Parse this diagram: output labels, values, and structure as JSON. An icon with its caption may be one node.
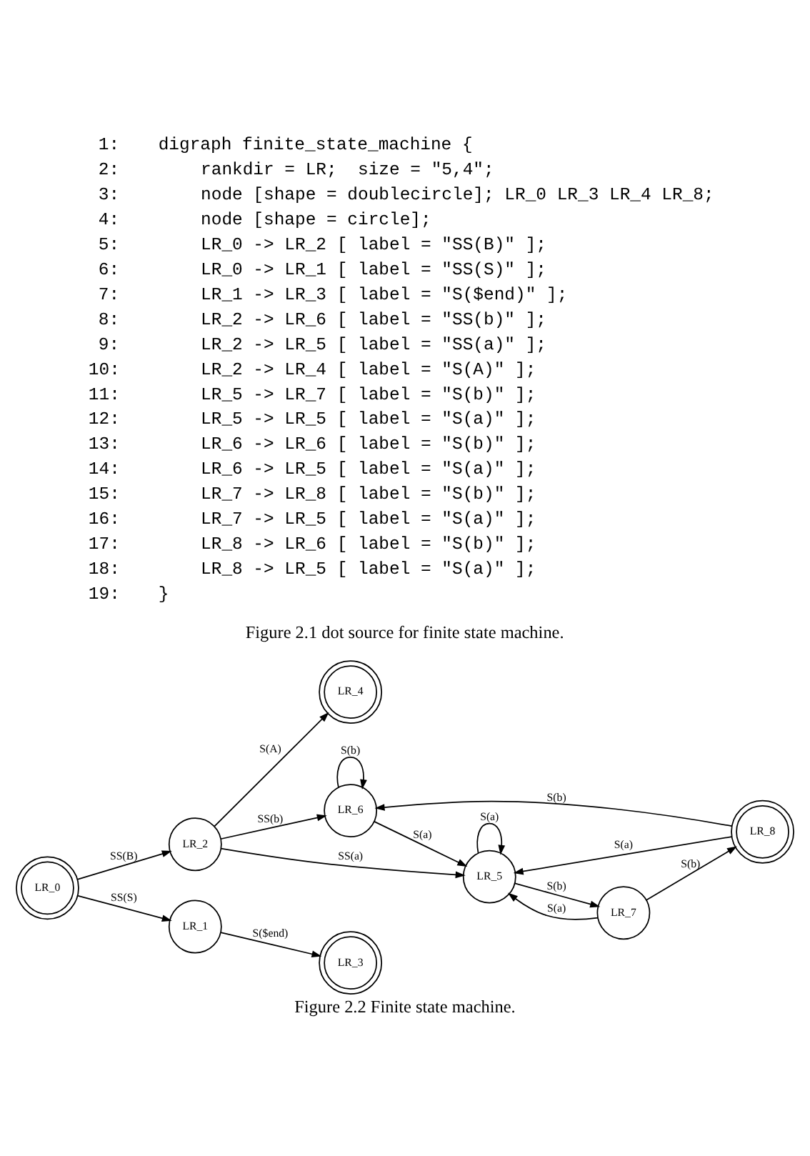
{
  "diagram": {
    "caption": "Figure 2.2 Finite state machine.",
    "nodes": [
      {
        "text": [
          "LR_0"
        ]
      },
      {
        "text": [
          "LR_2"
        ]
      },
      {
        "text": [
          "LR_1"
        ]
      },
      {
        "text": [
          "LR_4"
        ]
      },
      {
        "text": [
          "LR_6"
        ]
      },
      {
        "text": [
          "LR_3"
        ]
      },
      {
        "text": [
          "LR_5"
        ]
      },
      {
        "text": [
          "LR_7"
        ]
      },
      {
        "text": [
          "LR_8"
        ]
      }
    ],
    "edges": [
      {
        "from": 0,
        "to": 1,
        "arrow": "to",
        "label": "SS(B)"
      },
      {
        "from": 0,
        "to": 2,
        "arrow": "to",
        "label": "SS(S)"
      },
      {
        "from": 2,
        "to": 5,
        "arrow": "to",
        "label": "S($end)"
      },
      {
        "from": 1,
        "to": 4,
        "arrow": "to",
        "label": "SS(b)"
      },
      {
        "from": 1,
        "to": 6,
        "arrow": "to",
        "label": "SS(a)"
      },
      {
        "from": 1,
        "to": 3,
        "arrow": "to",
        "label": "S(A)"
      },
      {
        "from": 6,
        "to": 7,
        "arrow": "to",
        "label": "S(b)"
      },
      {
        "from": 6,
        "to": 6,
        "arrow": "to",
        "label": "S(a)"
      },
      {
        "from": 4,
        "to": 4,
        "arrow": "to",
        "label": "S(b)"
      },
      {
        "from": 4,
        "to": 6,
        "arrow": "to",
        "label": "S(a)"
      },
      {
        "from": 7,
        "to": 8,
        "arrow": "to",
        "label": "S(b)"
      },
      {
        "from": 7,
        "to": 6,
        "arrow": "to",
        "label": "S(a)"
      },
      {
        "from": 8,
        "to": 4,
        "arrow": "to",
        "label": "S(b)"
      },
      {
        "from": 8,
        "to": 6,
        "arrow": "to",
        "label": "S(a)"
      }
    ],
    "labels": [
      "1:",
      "digraph finite_state_machine {",
      "2:",
      "rankdir = LR;  size = \"5,4\";",
      "3:",
      "node [shape = doublecircle]; LR_0 LR_3 LR_4 LR_8;",
      "4:",
      "node [shape = circle];",
      "5:",
      "LR_0 -> LR_2 [ label = \"SS(B)\" ];",
      "6:",
      "LR_0 -> LR_1 [ label = \"SS(S)\" ];",
      "7:",
      "LR_1 -> LR_3 [ label = \"S($end)\" ];",
      "8:",
      "LR_2 -> LR_6 [ label = \"SS(b)\" ];",
      "9:",
      "LR_2 -> LR_5 [ label = \"SS(a)\" ];",
      "10:",
      "LR_2 -> LR_4 [ label = \"S(A)\" ];",
      "11:",
      "LR_5 -> LR_7 [ label = \"S(b)\" ];",
      "12:",
      "LR_5 -> LR_5 [ label = \"S(a)\" ];",
      "13:",
      "LR_6 -> LR_6 [ label = \"S(b)\" ];",
      "14:",
      "LR_6 -> LR_5 [ label = \"S(a)\" ];",
      "15:",
      "LR_7 -> LR_8 [ label = \"S(b)\" ];",
      "16:",
      "LR_7 -> LR_5 [ label = \"S(a)\" ];",
      "17:",
      "LR_8 -> LR_6 [ label = \"S(b)\" ];",
      "18:",
      "LR_8 -> LR_5 [ label = \"S(a)\" ];",
      "19:",
      "}",
      "Figure 2.1 dot source for finite state machine."
    ]
  }
}
